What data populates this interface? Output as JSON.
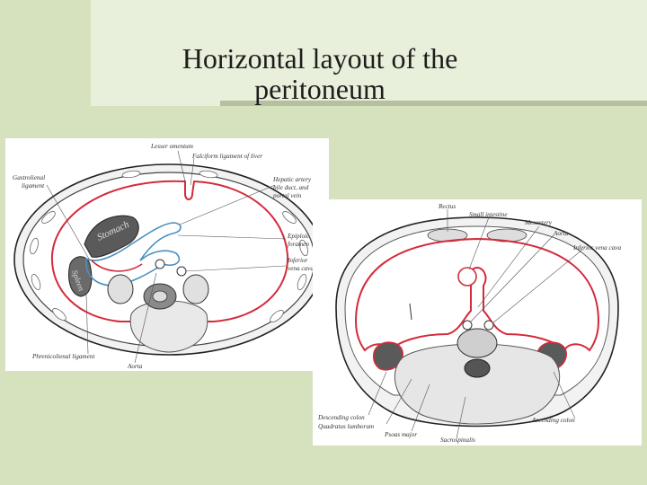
{
  "slide": {
    "title_line1": "Horizontal layout of the",
    "title_line2": "peritoneum"
  },
  "upper_figure": {
    "labels": {
      "lesser_omentum": "Lesser omentum",
      "falciform": "Falciform ligament of liver",
      "gastrolienal": "Gastrolienal",
      "gastrolienal2": "ligament",
      "hepatic1": "Hepatic artery",
      "hepatic2": "bile duct, and",
      "hepatic3": "portal vein",
      "epiploic1": "Epiploic",
      "epiploic2": "foramen",
      "ivc1": "Inferior",
      "ivc2": "vena cava",
      "phrenicolienal": "Phrenicolienal ligament",
      "aorta": "Aorta",
      "stomach": "Stomach",
      "spleen": "Spleen"
    },
    "colors": {
      "peritoneum": "#d42b3b",
      "lesser_sac": "#4a8fc0"
    }
  },
  "lower_figure": {
    "labels": {
      "rectus": "Rectus",
      "small_intestine": "Small intestine",
      "mesentery": "Mesentery",
      "aorta": "Aorta",
      "ivc": "Inferior vena cava",
      "descending_colon": "Descending colon",
      "quadratus": "Quadratus lumborum",
      "psoas": "Psoas major",
      "sacrospinalis": "Sacrospinalis",
      "ascending_colon": "Ascending colon"
    },
    "colors": {
      "peritoneum": "#d42b3b"
    }
  }
}
